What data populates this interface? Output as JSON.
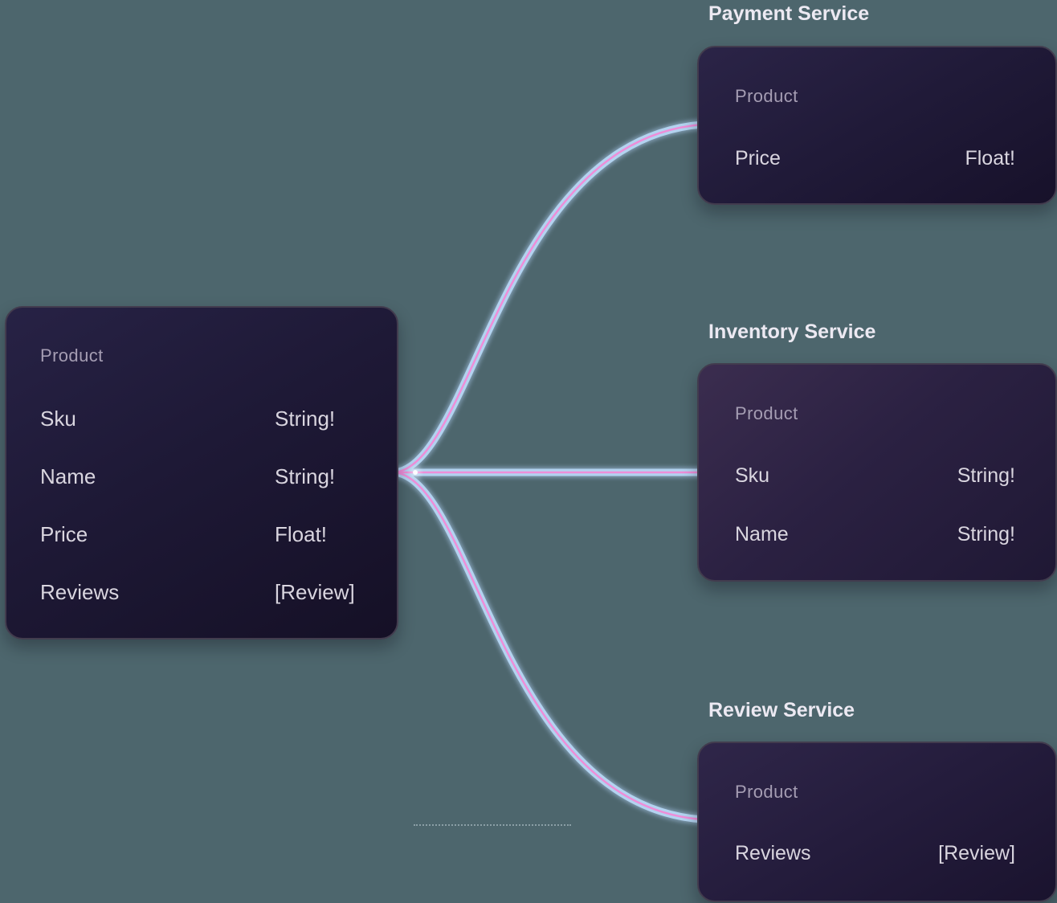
{
  "diagram": {
    "background_color": "#4d666d",
    "edge_colors": {
      "outer_blue": "#b5d5f3",
      "inner_pink": "#ee8ed8"
    },
    "entity": {
      "header": "Product",
      "fields": [
        {
          "name": "Sku",
          "type": "String!"
        },
        {
          "name": "Name",
          "type": "String!"
        },
        {
          "name": "Price",
          "type": "Float!"
        },
        {
          "name": "Reviews",
          "type": "[Review]"
        }
      ]
    },
    "services": [
      {
        "title": "Payment Service",
        "header": "Product",
        "fields": [
          {
            "name": "Price",
            "type": "Float!"
          }
        ]
      },
      {
        "title": "Inventory Service",
        "header": "Product",
        "fields": [
          {
            "name": "Sku",
            "type": "String!"
          },
          {
            "name": "Name",
            "type": "String!"
          }
        ]
      },
      {
        "title": "Review Service",
        "header": "Product",
        "fields": [
          {
            "name": "Reviews",
            "type": "[Review]"
          }
        ]
      }
    ]
  }
}
